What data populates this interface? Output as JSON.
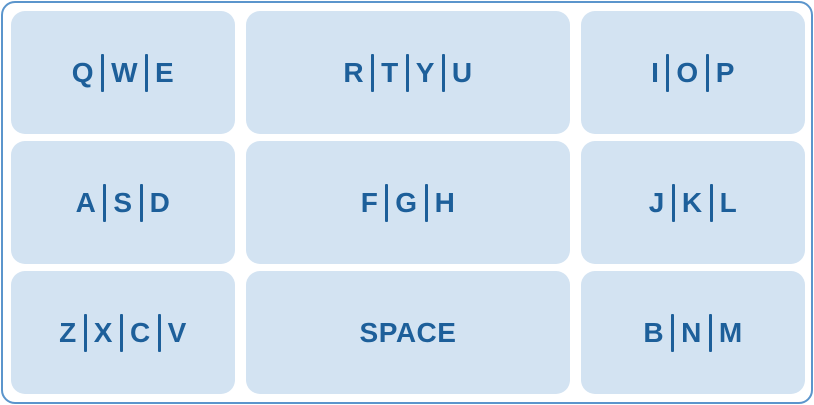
{
  "keyboard": {
    "rows": [
      [
        {
          "id": "qwe",
          "letters": [
            "Q",
            "W",
            "E"
          ]
        },
        {
          "id": "rtyu",
          "letters": [
            "R",
            "T",
            "Y",
            "U"
          ]
        },
        {
          "id": "iop",
          "letters": [
            "I",
            "O",
            "P"
          ]
        }
      ],
      [
        {
          "id": "asd",
          "letters": [
            "A",
            "S",
            "D"
          ]
        },
        {
          "id": "fgh",
          "letters": [
            "F",
            "G",
            "H"
          ]
        },
        {
          "id": "jkl",
          "letters": [
            "J",
            "K",
            "L"
          ]
        }
      ],
      [
        {
          "id": "zxcv",
          "letters": [
            "Z",
            "X",
            "C",
            "V"
          ]
        },
        {
          "id": "space",
          "letters": [
            "SPACE"
          ]
        },
        {
          "id": "bnm",
          "letters": [
            "B",
            "N",
            "M"
          ]
        }
      ]
    ]
  }
}
